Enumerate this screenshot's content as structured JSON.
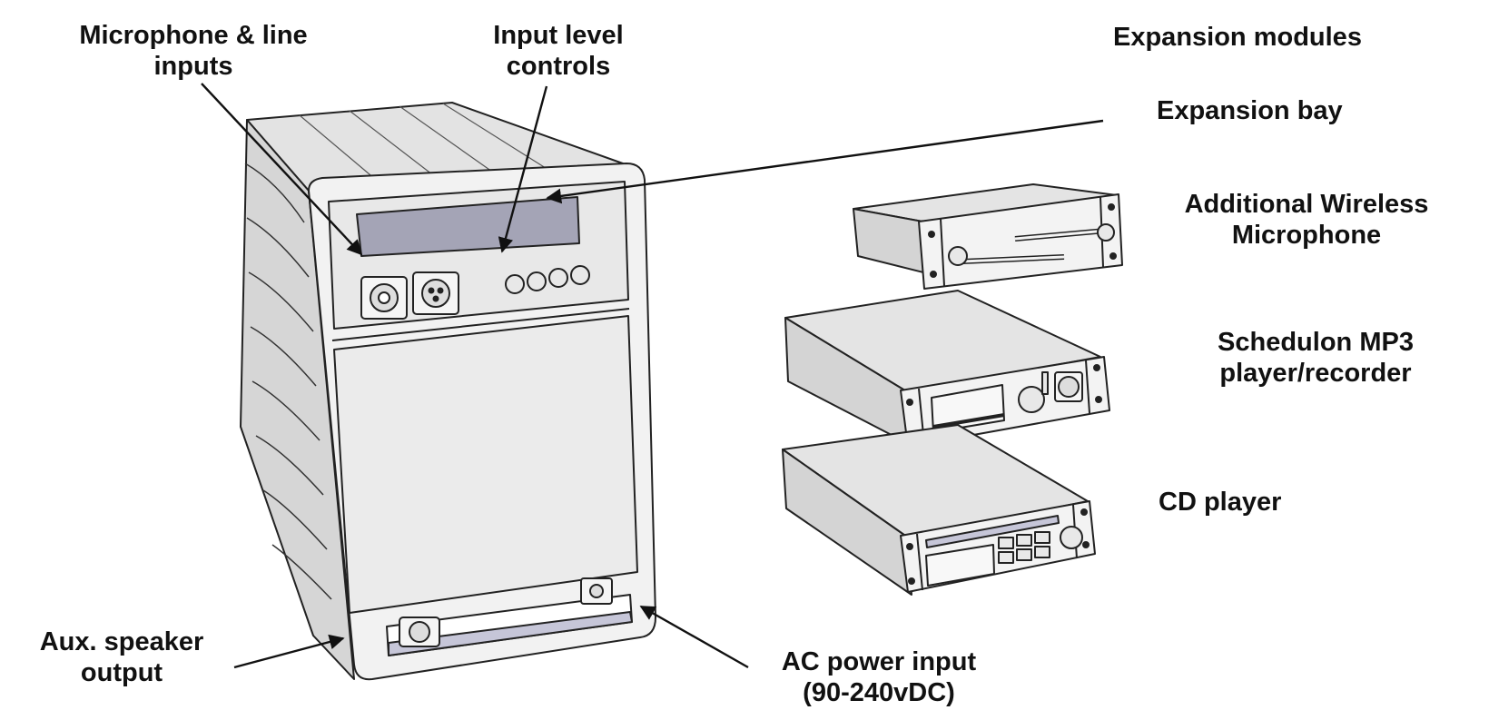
{
  "labels": {
    "mic_line_inputs": [
      "Microphone & line",
      "inputs"
    ],
    "input_level_controls": [
      "Input level",
      "controls"
    ],
    "expansion_modules": "Expansion modules",
    "expansion_bay": "Expansion bay",
    "additional_wireless_mic": [
      "Additional Wireless",
      "Microphone"
    ],
    "schedulon_mp3": [
      "Schedulon MP3",
      "player/recorder"
    ],
    "cd_player": "CD player",
    "aux_speaker_output": [
      "Aux. speaker",
      "output"
    ],
    "ac_power_input": [
      "AC power input",
      "(90-240vDC)"
    ]
  },
  "colors": {
    "ink": "#111111",
    "panel_fill": "#ededed",
    "display_window": "#a4a4b6",
    "bay_strip": "#c6c6d8"
  },
  "icons": {
    "xlr_connector": "xlr-jack-icon",
    "knob": "rotary-knob-icon",
    "screw": "screw-icon"
  }
}
